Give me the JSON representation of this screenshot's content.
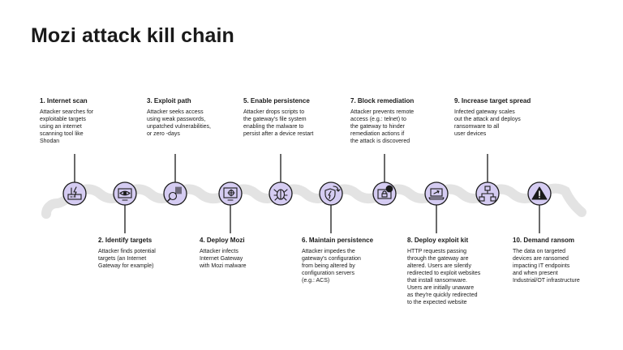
{
  "title": "Mozi attack kill chain",
  "colors": {
    "track": "#e3e3e3",
    "node_fill": "#d5ccf2",
    "node_stroke": "#1a1a1a",
    "connector": "#1a1a1a"
  },
  "steps": [
    {
      "heading": "1. Internet scan",
      "text": "Attacker searches for\nexploitable targets\nusing an internet\nscanning tool like\nShodan",
      "icon": "router-icon"
    },
    {
      "heading": "2. Identify targets",
      "text": "Attacker finds potential\ntargets (an Internet\nGateway for example)",
      "icon": "eye-monitor-icon"
    },
    {
      "heading": "3. Exploit path",
      "text": "Attacker seeks access\nusing weak passwords,\nunpatched vulnerabilities,\nor zero -days",
      "icon": "magnifier-barcode-icon"
    },
    {
      "heading": "4. Deploy Mozi",
      "text": "Attacker infects\nInternet Gateway\nwith Mozi malware",
      "icon": "infected-device-icon"
    },
    {
      "heading": "5. Enable persistence",
      "text": "Attacker drops scripts to\nthe gateway's file  system\nenabling  the malware to\npersist after a device  restart",
      "icon": "bug-icon"
    },
    {
      "heading": "6. Maintain persistence",
      "text": "Attacker impedes  the\ngateway's configuration\nfrom being altered by\nconfiguration servers\n(e.g.: ACS)",
      "icon": "shield-refresh-icon"
    },
    {
      "heading": "7. Block remediation",
      "text": "Attacker prevents remote\naccess (e.g.: telnet) to\nthe gateway to hinder\nremediation actions if\nthe attack is discovered",
      "icon": "lock-alert-icon"
    },
    {
      "heading": "8. Deploy exploit kit",
      "text": "HTTP requests passing\nthrough the gateway are\naltered. Users are silently\nredirected to exploit websites\nthat install ransomware.\nUsers are initially unaware\nas they're quickly redirected\nto the expected website",
      "icon": "laptop-redirect-icon"
    },
    {
      "heading": "9. Increase target spread",
      "text": "Infected gateway scales\nout the attack and deploys\nransomware to all\nuser devices",
      "icon": "network-spread-icon"
    },
    {
      "heading": "10. Demand ransom",
      "text": "The data on targeted\ndevices are ransomed\nimpacting IT endpoints\nand when present\nIndustrial/OT infrastructure",
      "icon": "warning-icon"
    }
  ]
}
